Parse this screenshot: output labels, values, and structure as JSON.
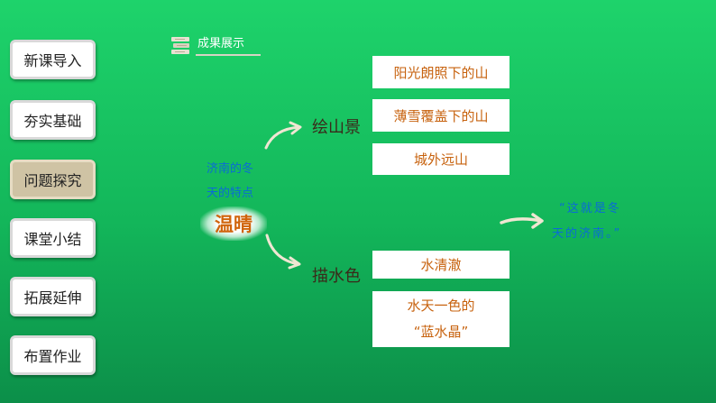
{
  "nav": {
    "items": [
      {
        "label": "新课导入"
      },
      {
        "label": "夯实基础"
      },
      {
        "label": "问题探究"
      },
      {
        "label": "课堂小结"
      },
      {
        "label": "拓展延伸"
      },
      {
        "label": "布置作业"
      }
    ],
    "active_index": 2
  },
  "section": {
    "title": "成果展示",
    "icon": "book-stack-icon"
  },
  "mindmap": {
    "feature_line1": "济南的冬",
    "feature_line2": "天的特点",
    "center": "温晴",
    "branch_mountain": "绘山景",
    "branch_water": "描水色",
    "mountain_items": [
      "阳光朗照下的山",
      "薄雪覆盖下的山",
      "城外远山"
    ],
    "water_items": [
      {
        "line1": "水清澈",
        "line2": ""
      },
      {
        "line1": "水天一色的",
        "line2": "“蓝水晶”"
      }
    ],
    "quote_line1": "“这就是冬",
    "quote_line2": "天的济南。”"
  },
  "colors": {
    "background": "#16c063",
    "accent_orange": "#c7620e",
    "quote_blue": "#0a6bd6",
    "arrow": "#efe6d2"
  }
}
